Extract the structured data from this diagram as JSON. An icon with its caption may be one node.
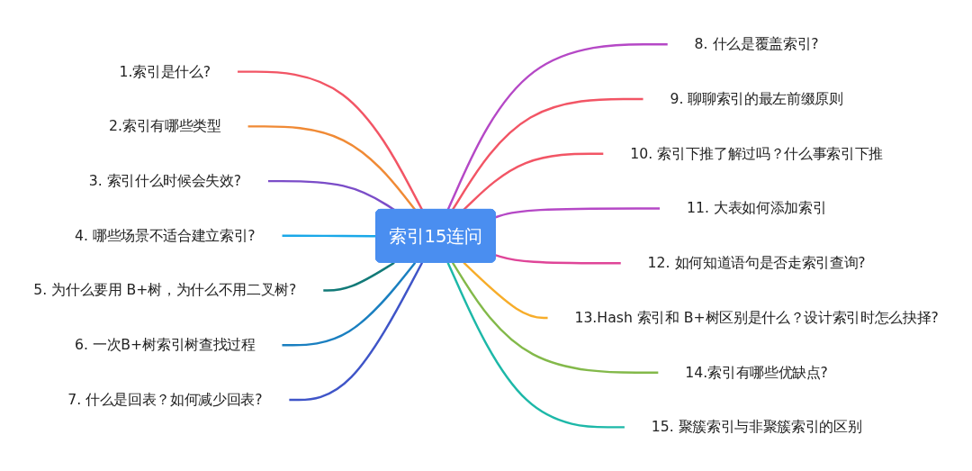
{
  "diagram": {
    "nodes": [
      {
        "text": [
          "索引15连问"
        ]
      },
      {
        "text": [
          "1.索引是什么?"
        ]
      },
      {
        "text": [
          "2.索引有哪些类型"
        ]
      },
      {
        "text": [
          "3. 索引什么时候会失效?"
        ]
      },
      {
        "text": [
          "4. 哪些场景不适合建立索引?"
        ]
      },
      {
        "text": [
          "5. 为什么要用 B+树，为什么不用二叉树?"
        ]
      },
      {
        "text": [
          "6. 一次B+树索引树查找过程"
        ]
      },
      {
        "text": [
          "7. 什么是回表？如何减少回表?"
        ]
      },
      {
        "text": [
          "8. 什么是覆盖索引?"
        ]
      },
      {
        "text": [
          "9. 聊聊索引的最左前缀原则"
        ]
      },
      {
        "text": [
          "10. 索引下推了解过吗？什么事索引下推"
        ]
      },
      {
        "text": [
          "11. 大表如何添加索引"
        ]
      },
      {
        "text": [
          "12. 如何知道语句是否走索引查询?"
        ]
      },
      {
        "text": [
          "13.Hash 索引和 B+树区别是什么？设计索引时怎么抉择?"
        ]
      },
      {
        "text": [
          "14.索引有哪些优缺点?"
        ]
      },
      {
        "text": [
          "15. 聚簇索引与非聚簇索引的区别"
        ]
      }
    ],
    "edges": [
      {
        "from": 1,
        "to": 0,
        "arrow": "none",
        "color": "#f25565"
      },
      {
        "from": 2,
        "to": 0,
        "arrow": "none",
        "color": "#f08a35"
      },
      {
        "from": 3,
        "to": 0,
        "arrow": "none",
        "color": "#7b4dc8"
      },
      {
        "from": 4,
        "to": 0,
        "arrow": "none",
        "color": "#1aa8e8"
      },
      {
        "from": 5,
        "to": 0,
        "arrow": "none",
        "color": "#127a78"
      },
      {
        "from": 6,
        "to": 0,
        "arrow": "none",
        "color": "#1a7fc0"
      },
      {
        "from": 7,
        "to": 0,
        "arrow": "none",
        "color": "#3f55c8"
      },
      {
        "from": 0,
        "to": 8,
        "arrow": "none",
        "color": "#b548c6"
      },
      {
        "from": 0,
        "to": 9,
        "arrow": "none",
        "color": "#f25565"
      },
      {
        "from": 0,
        "to": 10,
        "arrow": "none",
        "color": "#f25565"
      },
      {
        "from": 0,
        "to": 11,
        "arrow": "none",
        "color": "#b548c6"
      },
      {
        "from": 0,
        "to": 12,
        "arrow": "none",
        "color": "#df4598"
      },
      {
        "from": 0,
        "to": 13,
        "arrow": "none",
        "color": "#f7ad2a"
      },
      {
        "from": 0,
        "to": 14,
        "arrow": "none",
        "color": "#83b94a"
      },
      {
        "from": 0,
        "to": 15,
        "arrow": "none",
        "color": "#1db8a8"
      }
    ]
  }
}
